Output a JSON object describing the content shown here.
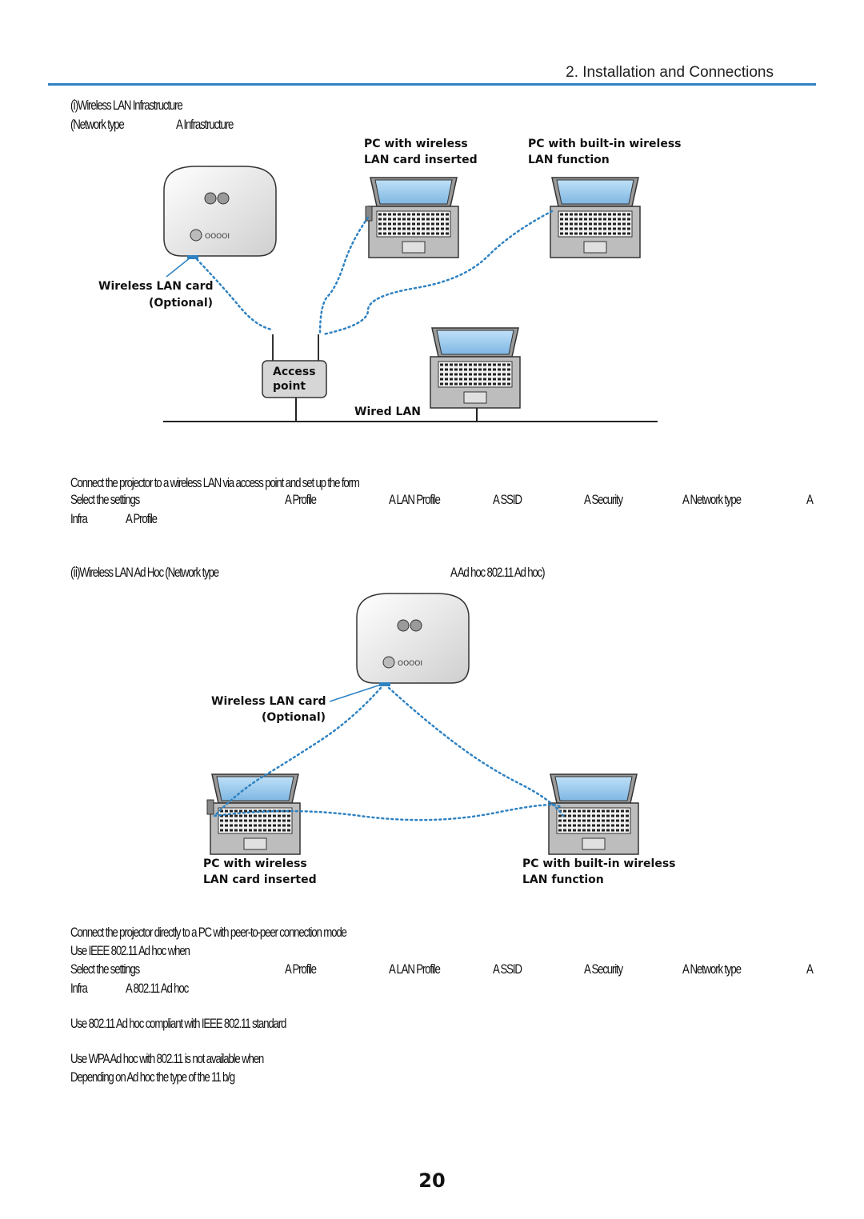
{
  "header": {
    "title": "2. Installation and Connections"
  },
  "intro": {
    "line1": "(ⅰ)Wireless LAN Infrastructure",
    "line2": "(Network type",
    "line2_mid": "A  Infrastructure"
  },
  "diagram1": {
    "pc_card_label": [
      "PC with wireless",
      "LAN card inserted"
    ],
    "pc_builtin_label": [
      "PC with built-in wireless",
      "LAN function"
    ],
    "wlan_card_label": [
      "Wireless LAN card",
      "(Optional)"
    ],
    "access_point_label": [
      "Access",
      "point"
    ],
    "wired_lan_label": "Wired LAN"
  },
  "middle": {
    "line1": "Connect the projector to a wireless LAN via access point and set up the form",
    "line2_parts": [
      "Select the settings",
      "A  Profile",
      "A  LAN  Profile",
      "A  SSID",
      "A  Security",
      "A  Network type",
      "A"
    ],
    "line3_parts": [
      "Infra",
      "A  Profile"
    ]
  },
  "adhoc": {
    "line1": "(ⅱ)Wireless LAN Ad Hoc (Network type",
    "line1_mid": "A  Ad hoc  802.11  Ad hoc)"
  },
  "diagram2": {
    "wlan_card_label": [
      "Wireless LAN card",
      "(Optional)"
    ],
    "pc_card_label": [
      "PC with wireless",
      "LAN card inserted"
    ],
    "pc_builtin_label": [
      "PC with built-in wireless",
      "LAN function"
    ]
  },
  "lower": {
    "line1": "Connect the projector directly to a PC with peer-to-peer connection mode",
    "line2": "Use IEEE 802.11  Ad hoc when",
    "line3_parts": [
      "Select the settings",
      "A  Profile",
      "A  LAN  Profile",
      "A  SSID",
      "A  Security",
      "A  Network type",
      "A"
    ],
    "line4_parts": [
      "Infra",
      "A  802.11  Ad hoc"
    ],
    "line5": "Use 802.11  Ad hoc compliant with IEEE 802.11  standard",
    "line6": "Use WPA Ad hoc with 802.11 is not available when",
    "line7": "Depending on Ad hoc the type of the  11 b/g"
  },
  "page_number": "20"
}
